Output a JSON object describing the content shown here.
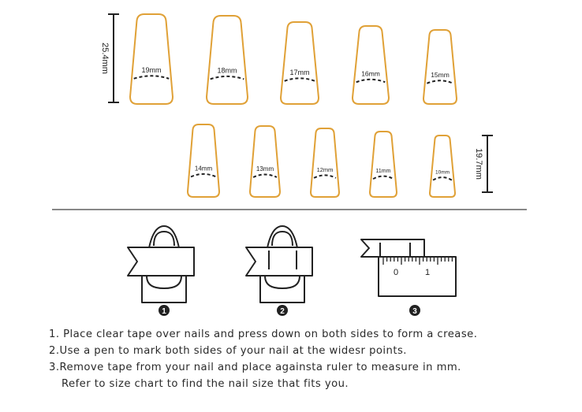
{
  "colors": {
    "nail_outline": "#E0A137",
    "ink": "#222222",
    "divider": "#888888"
  },
  "ruler_top": {
    "label": "25.4mm"
  },
  "ruler_bottom": {
    "label": "19.7mm"
  },
  "nails_top": [
    {
      "label": "19mm"
    },
    {
      "label": "18mm"
    },
    {
      "label": "17mm"
    },
    {
      "label": "16mm"
    },
    {
      "label": "15mm"
    }
  ],
  "nails_bottom": [
    {
      "label": "14mm"
    },
    {
      "label": "13mm"
    },
    {
      "label": "12mm"
    },
    {
      "label": "11mm"
    },
    {
      "label": "10mm"
    }
  ],
  "steps": [
    {
      "badge": "1"
    },
    {
      "badge": "2"
    },
    {
      "badge": "3"
    }
  ],
  "mini_ruler": {
    "tick_0": "0",
    "tick_1": "1"
  },
  "instructions": [
    "1. Place clear tape over nails and press down on both sides to form a crease.",
    "2.Use a pen to mark both sides of your nail at the widesr points.",
    "3.Remove tape from your nail and place againsta ruler to measure in mm.",
    "Refer to size chart to find the nail size that fits you."
  ]
}
